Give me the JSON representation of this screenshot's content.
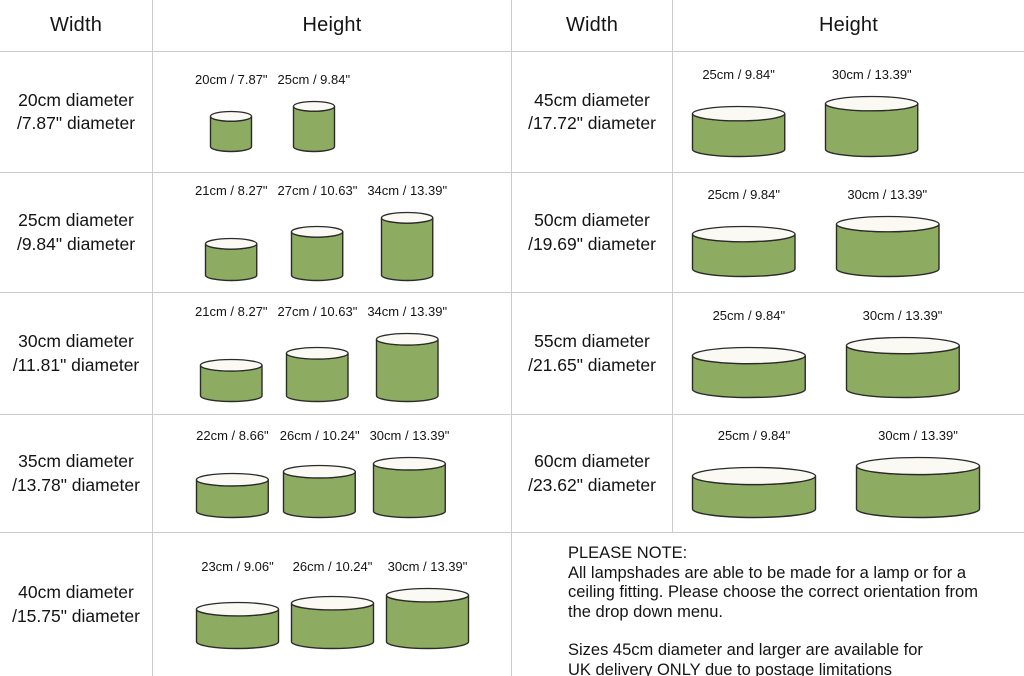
{
  "colors": {
    "shade_fill": "#8dac61",
    "shade_stroke": "#2b2b2b",
    "rim_fill": "#faf9f3",
    "grid_line": "#cccccc",
    "text": "#141414"
  },
  "headers": {
    "width": "Width",
    "height": "Height"
  },
  "left_rows": [
    {
      "width_label_line1": "20cm diameter",
      "width_label_line2": "/7.87\" diameter",
      "shades": [
        {
          "label": "20cm / 7.87\"",
          "diameter_cm": 20,
          "height_cm": 20
        },
        {
          "label": "25cm / 9.84\"",
          "diameter_cm": 20,
          "height_cm": 25
        }
      ]
    },
    {
      "width_label_line1": "25cm diameter",
      "width_label_line2": "/9.84\" diameter",
      "shades": [
        {
          "label": "21cm / 8.27\"",
          "diameter_cm": 25,
          "height_cm": 21
        },
        {
          "label": "27cm / 10.63\"",
          "diameter_cm": 25,
          "height_cm": 27
        },
        {
          "label": "34cm / 13.39\"",
          "diameter_cm": 25,
          "height_cm": 34
        }
      ]
    },
    {
      "width_label_line1": "30cm diameter",
      "width_label_line2": "/11.81\" diameter",
      "shades": [
        {
          "label": "21cm / 8.27\"",
          "diameter_cm": 30,
          "height_cm": 21
        },
        {
          "label": "27cm / 10.63\"",
          "diameter_cm": 30,
          "height_cm": 27
        },
        {
          "label": "34cm / 13.39\"",
          "diameter_cm": 30,
          "height_cm": 34
        }
      ]
    },
    {
      "width_label_line1": "35cm diameter",
      "width_label_line2": "/13.78\" diameter",
      "shades": [
        {
          "label": "22cm / 8.66\"",
          "diameter_cm": 35,
          "height_cm": 22
        },
        {
          "label": "26cm / 10.24\"",
          "diameter_cm": 35,
          "height_cm": 26
        },
        {
          "label": "30cm / 13.39\"",
          "diameter_cm": 35,
          "height_cm": 30
        }
      ]
    },
    {
      "width_label_line1": "40cm diameter",
      "width_label_line2": "/15.75\" diameter",
      "shades": [
        {
          "label": "23cm / 9.06\"",
          "diameter_cm": 40,
          "height_cm": 23
        },
        {
          "label": "26cm / 10.24\"",
          "diameter_cm": 40,
          "height_cm": 26
        },
        {
          "label": "30cm / 13.39\"",
          "diameter_cm": 40,
          "height_cm": 30
        }
      ]
    }
  ],
  "right_rows": [
    {
      "width_label_line1": "45cm diameter",
      "width_label_line2": "/17.72\" diameter",
      "shades": [
        {
          "label": "25cm / 9.84\"",
          "diameter_cm": 45,
          "height_cm": 25
        },
        {
          "label": "30cm / 13.39\"",
          "diameter_cm": 45,
          "height_cm": 30
        }
      ]
    },
    {
      "width_label_line1": "50cm diameter",
      "width_label_line2": "/19.69\" diameter",
      "shades": [
        {
          "label": "25cm / 9.84\"",
          "diameter_cm": 50,
          "height_cm": 25
        },
        {
          "label": "30cm / 13.39\"",
          "diameter_cm": 50,
          "height_cm": 30
        }
      ]
    },
    {
      "width_label_line1": "55cm diameter",
      "width_label_line2": "/21.65\" diameter",
      "shades": [
        {
          "label": "25cm / 9.84\"",
          "diameter_cm": 55,
          "height_cm": 25
        },
        {
          "label": "30cm / 13.39\"",
          "diameter_cm": 55,
          "height_cm": 30
        }
      ]
    },
    {
      "width_label_line1": "60cm diameter",
      "width_label_line2": "/23.62\" diameter",
      "shades": [
        {
          "label": "25cm / 9.84\"",
          "diameter_cm": 60,
          "height_cm": 25
        },
        {
          "label": "30cm / 13.39\"",
          "diameter_cm": 60,
          "height_cm": 30
        }
      ]
    }
  ],
  "note": {
    "heading": "PLEASE NOTE:",
    "paragraph1": [
      "All lampshades are able to be made for a lamp or for a",
      "ceiling fitting. Please choose the correct orientation from",
      "the drop down menu."
    ],
    "paragraph2": [
      "Sizes 45cm diameter and larger are available for",
      "UK delivery ONLY due to postage limitations"
    ]
  }
}
